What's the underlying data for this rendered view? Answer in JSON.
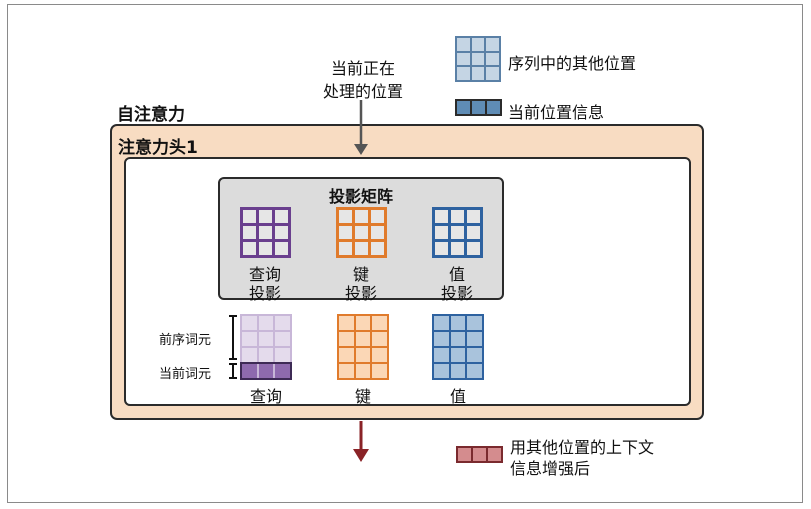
{
  "current_pos_label": [
    "当前正在",
    "处理的位置"
  ],
  "legend": {
    "other_positions": "序列中的其他位置",
    "current_info": "当前位置信息",
    "enhanced": [
      "用其他位置的上下文",
      "信息增强后"
    ]
  },
  "self_attention_title": "自注意力",
  "head_title": "注意力头1",
  "projection": {
    "title": "投影矩阵",
    "query_label": [
      "查询",
      "投影"
    ],
    "key_label": [
      "键",
      "投影"
    ],
    "value_label": [
      "值",
      "投影"
    ]
  },
  "bottom": {
    "previous_tokens": "前序词元",
    "current_token": "当前词元",
    "query": "查询",
    "key": "键",
    "value": "值"
  },
  "colors": {
    "query": "#6a3f8e",
    "key": "#e07b2c",
    "value": "#2e62a0",
    "enhanced": "#9a2a2f",
    "legend_blue": "#6f93b6"
  }
}
